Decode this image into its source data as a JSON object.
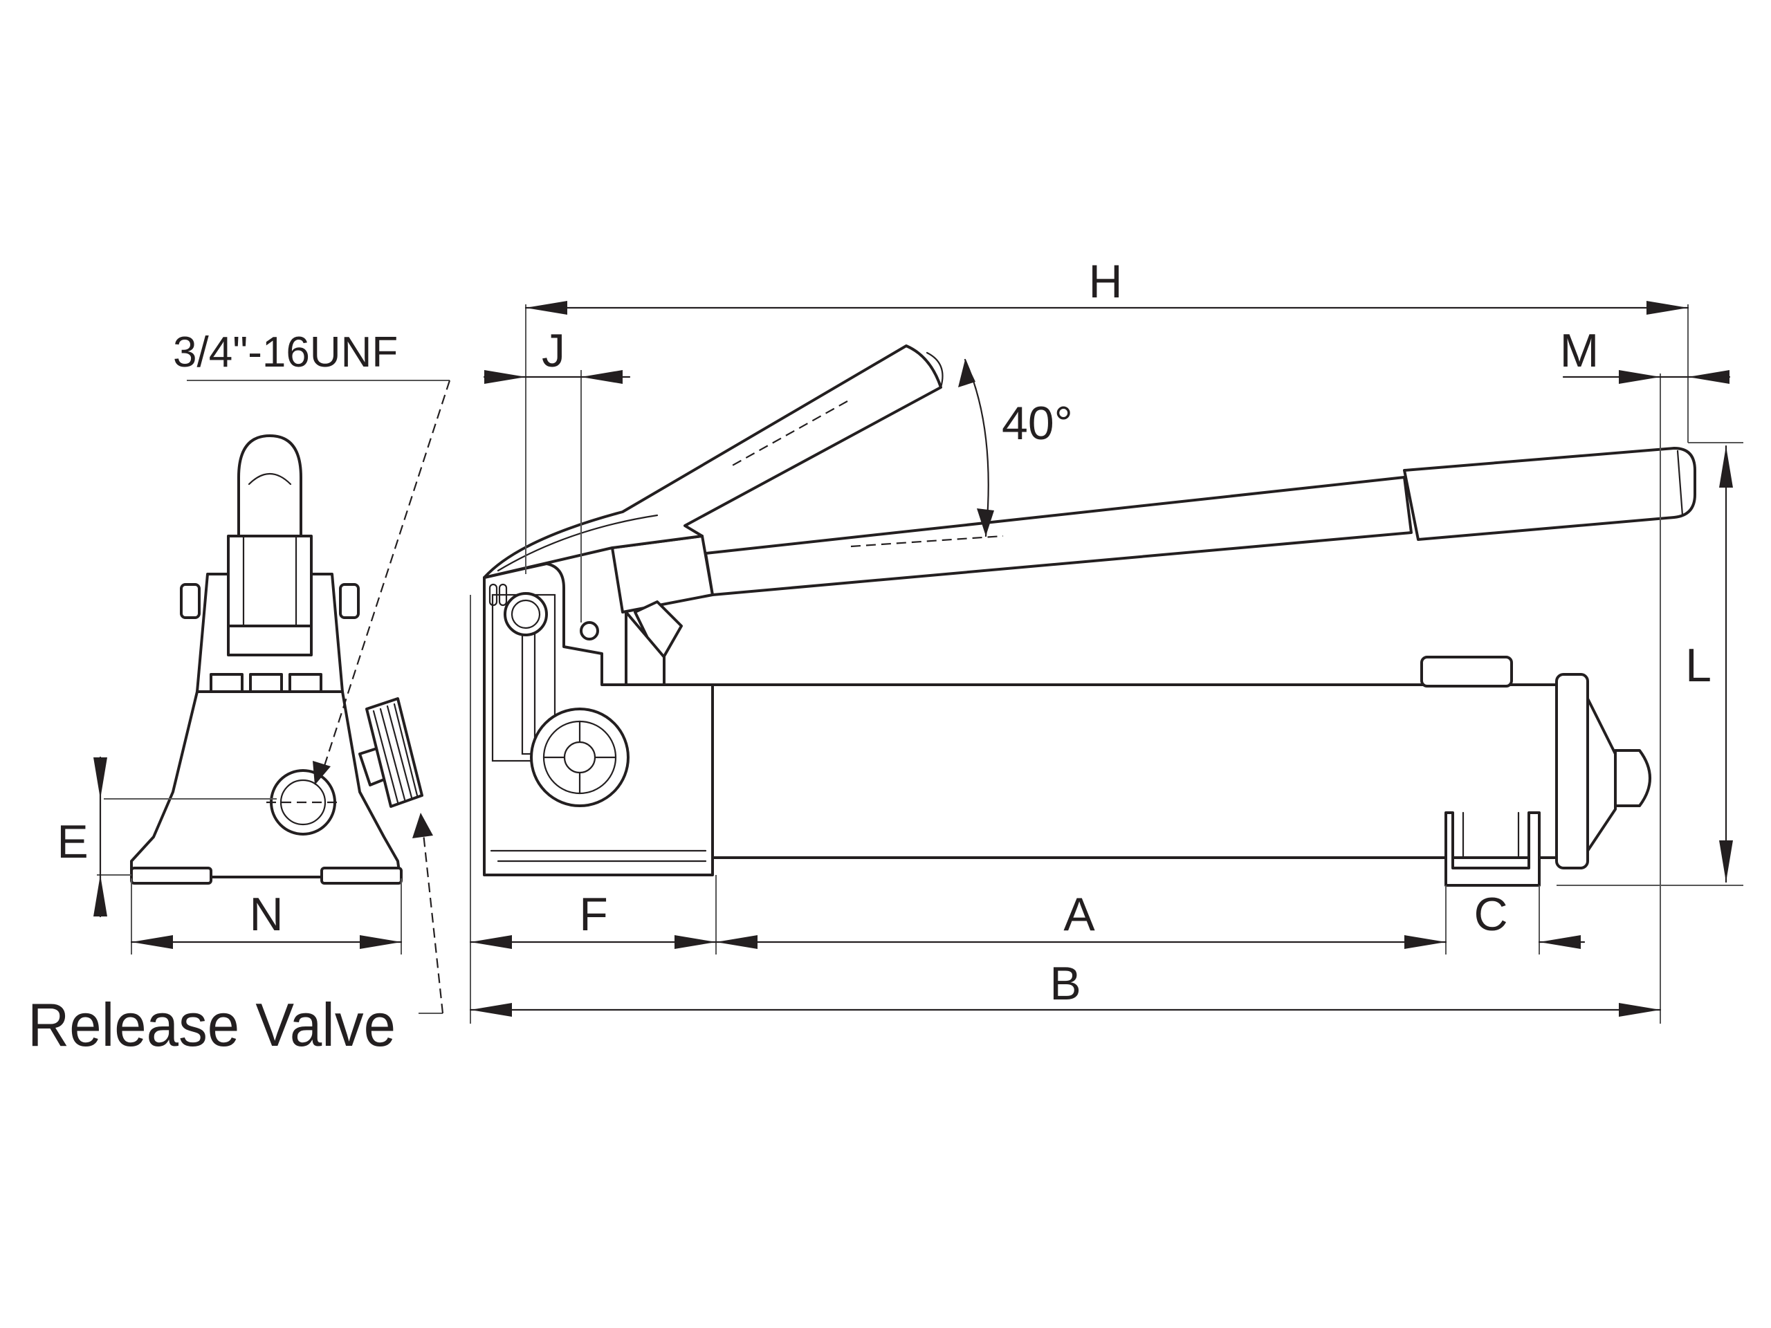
{
  "labels": {
    "H": "H",
    "J": "J",
    "M": "M",
    "L": "L",
    "E": "E",
    "N": "N",
    "F": "F",
    "A": "A",
    "C": "C",
    "B": "B",
    "angle": "40°",
    "thread": "3/4\"-16UNF",
    "release_valve": "Release Valve"
  }
}
